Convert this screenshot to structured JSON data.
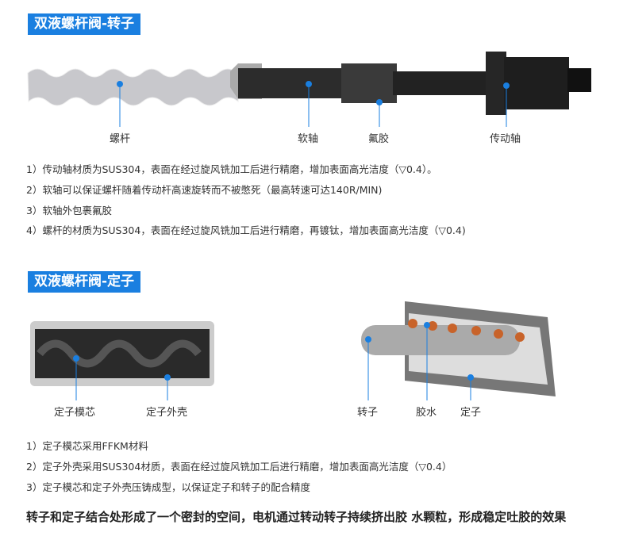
{
  "rotor": {
    "title": "双液螺杆阀-转子",
    "labels": {
      "screw": "螺杆",
      "soft_shaft": "软轴",
      "ptfe": "氟胶",
      "drive_shaft": "传动轴"
    },
    "notes": [
      "1）传动轴材质为SUS304，表面在经过旋风铣加工后进行精磨，增加表面高光洁度（▽0.4）。",
      "2）软轴可以保证螺杆随着传动杆高速旋转而不被憋死（最高转速可达140R/MIN)",
      "3）软轴外包裹氟胶",
      "4）螺杆的材质为SUS304，表面在经过旋风铣加工后进行精磨，再镀钛，增加表面高光洁度（▽0.4)"
    ]
  },
  "stator": {
    "title": "双液螺杆阀-定子",
    "labels": {
      "core": "定子模芯",
      "shell": "定子外壳",
      "rotor": "转子",
      "glue": "胶水",
      "stator": "定子"
    },
    "notes": [
      "1）定子模芯采用FFKM材料",
      "2）定子外壳采用SUS304材质，表面在经过旋风铣加工后进行精磨，增加表面高光洁度（▽0.4）",
      "3）定子模芯和定子外壳压铸成型，以保证定子和转子的配合精度"
    ]
  },
  "summary": "转子和定子结合处形成了一个密封的空间，电机通过转动转子持续挤出胶 水颗粒，形成稳定吐胶的效果",
  "colors": {
    "accent": "#1a7fe0"
  }
}
